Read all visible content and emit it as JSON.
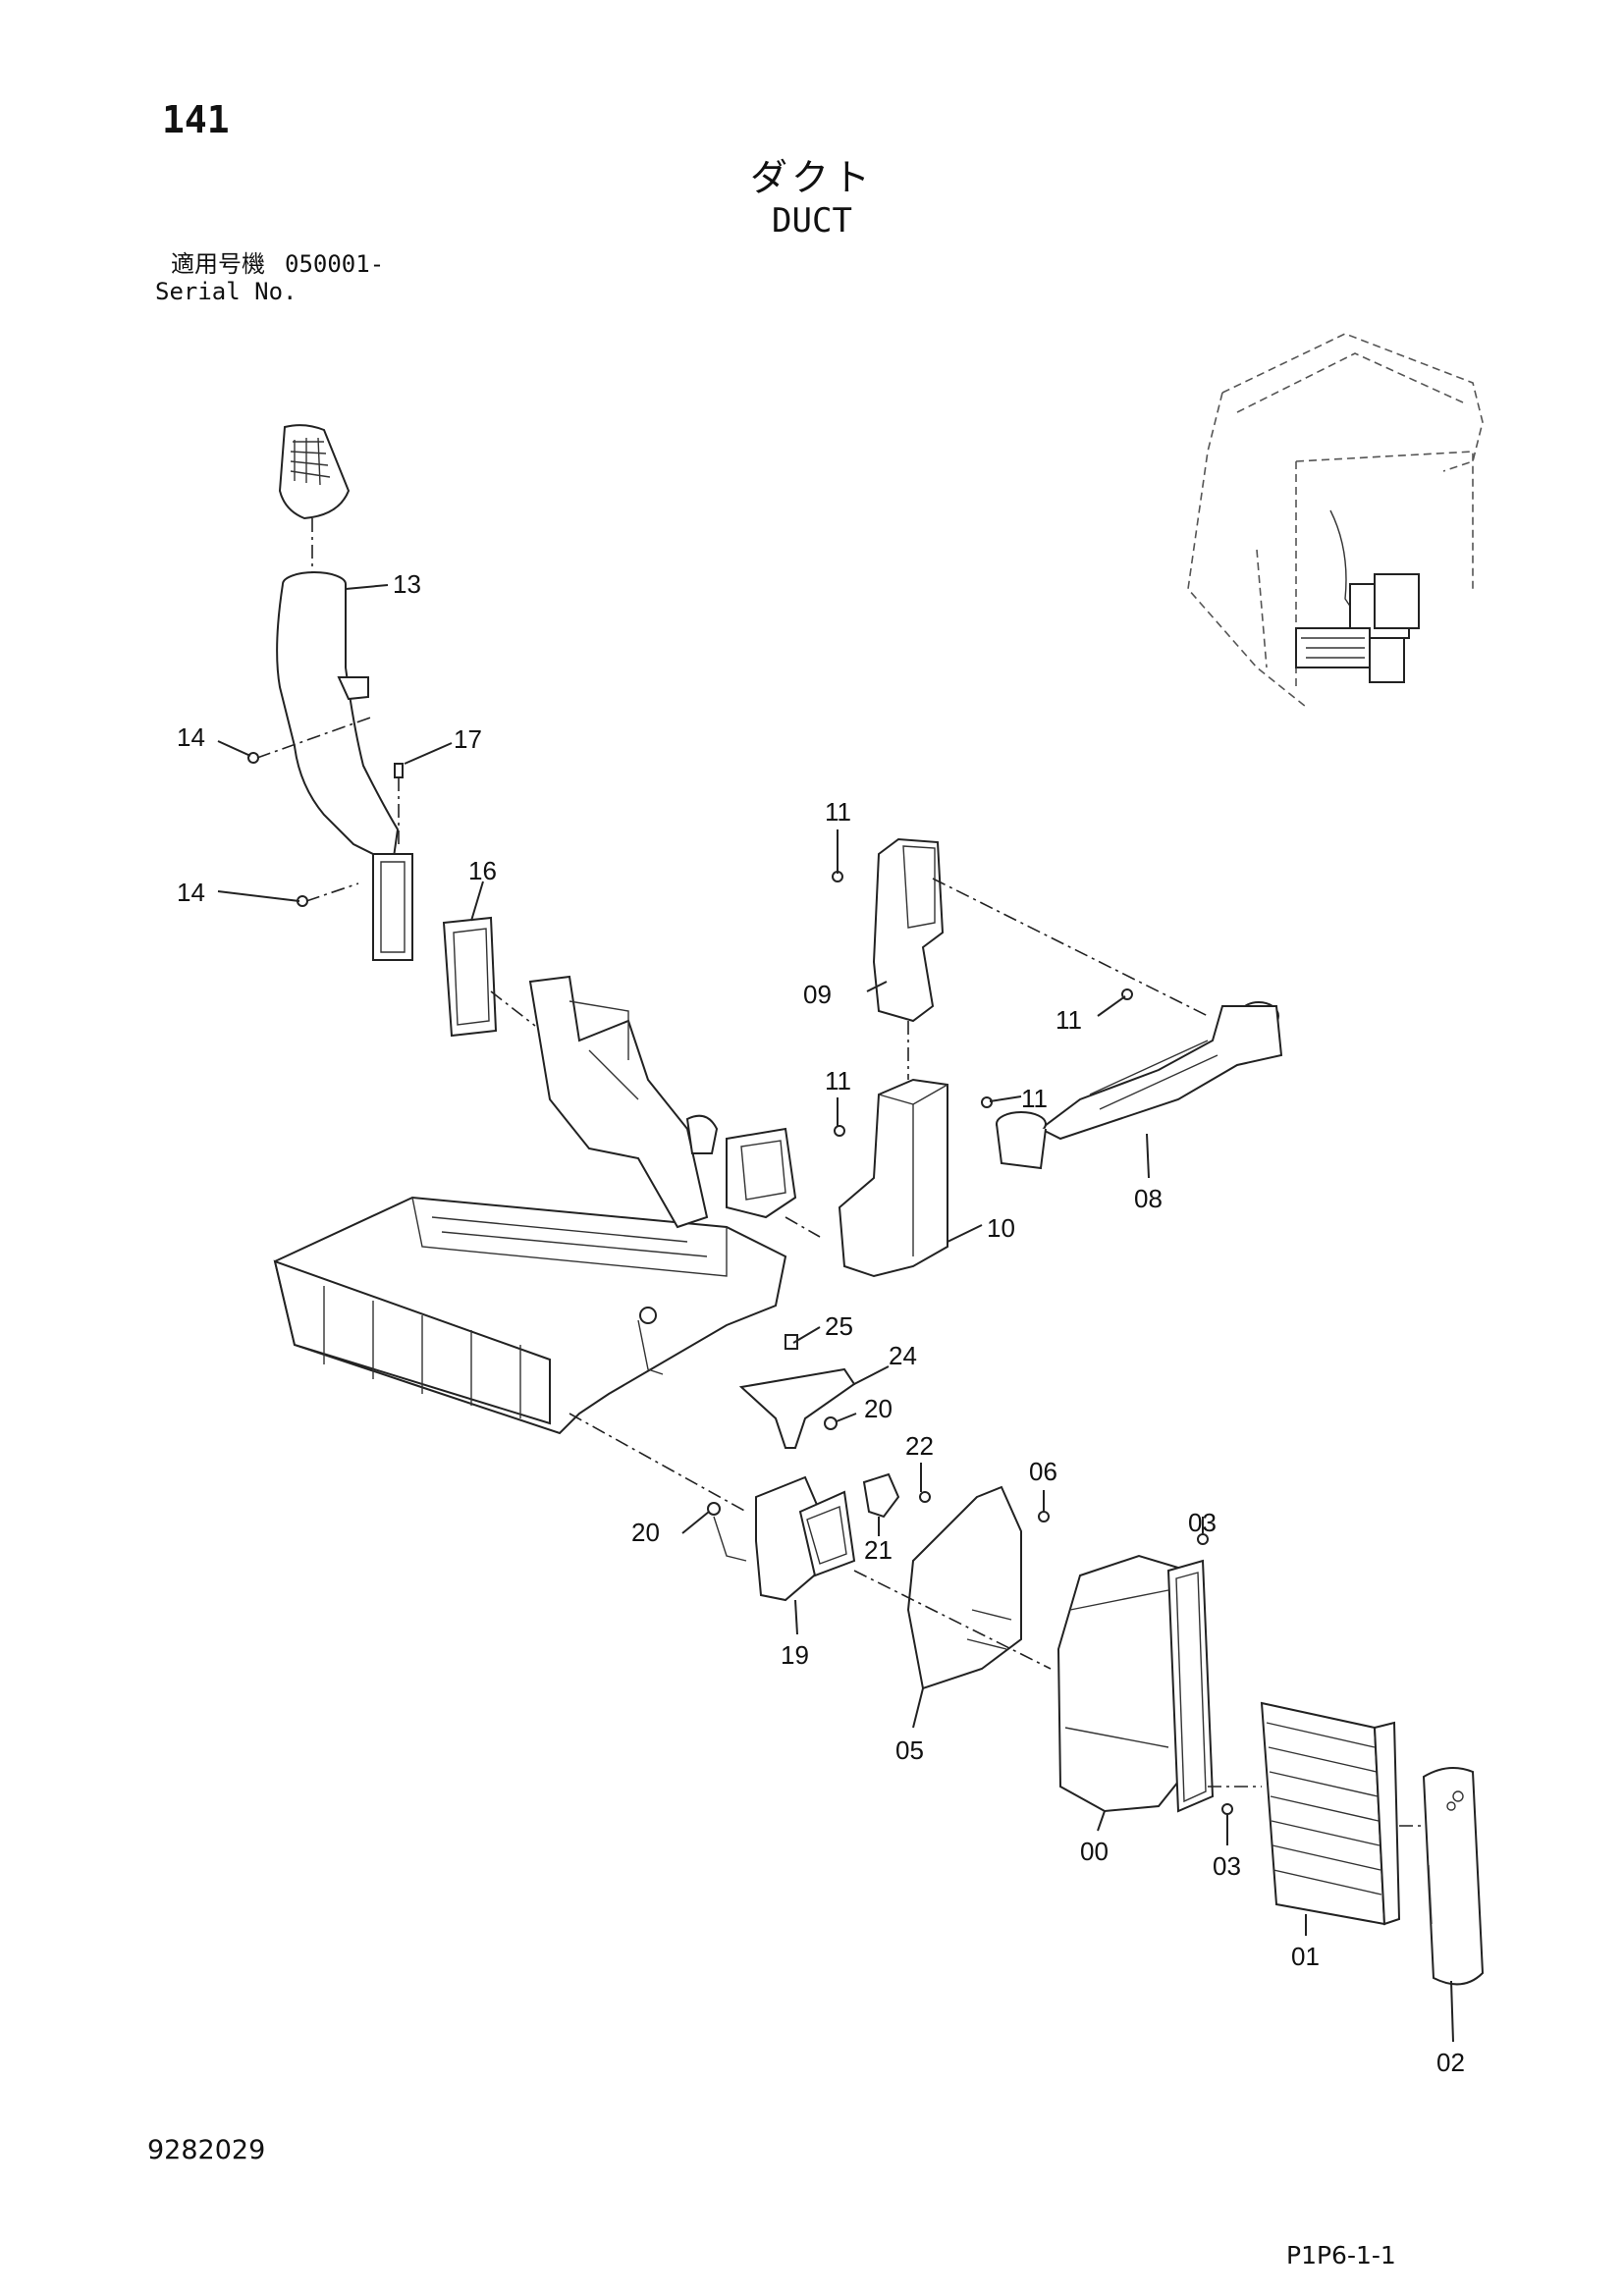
{
  "header": {
    "page_number": "141",
    "title_jp": "ダクト",
    "title_en": "DUCT",
    "serial_label_jp": "適用号機",
    "serial_value": "050001-",
    "serial_label_en": "Serial No."
  },
  "footer": {
    "doc_number": "9282029",
    "figure_code": "P1P6-1-1"
  },
  "parts": [
    {
      "id": "13",
      "label": "13"
    },
    {
      "id": "14a",
      "label": "14"
    },
    {
      "id": "17",
      "label": "17"
    },
    {
      "id": "14b",
      "label": "14"
    },
    {
      "id": "16",
      "label": "16"
    },
    {
      "id": "11a",
      "label": "11"
    },
    {
      "id": "09",
      "label": "09"
    },
    {
      "id": "11b",
      "label": "11"
    },
    {
      "id": "11c",
      "label": "11"
    },
    {
      "id": "11d",
      "label": "11"
    },
    {
      "id": "08",
      "label": "08"
    },
    {
      "id": "10",
      "label": "10"
    },
    {
      "id": "25",
      "label": "25"
    },
    {
      "id": "24",
      "label": "24"
    },
    {
      "id": "20a",
      "label": "20"
    },
    {
      "id": "22",
      "label": "22"
    },
    {
      "id": "06",
      "label": "06"
    },
    {
      "id": "20b",
      "label": "20"
    },
    {
      "id": "21",
      "label": "21"
    },
    {
      "id": "03a",
      "label": "03"
    },
    {
      "id": "19",
      "label": "19"
    },
    {
      "id": "05",
      "label": "05"
    },
    {
      "id": "00",
      "label": "00"
    },
    {
      "id": "03b",
      "label": "03"
    },
    {
      "id": "01",
      "label": "01"
    },
    {
      "id": "02",
      "label": "02"
    }
  ]
}
